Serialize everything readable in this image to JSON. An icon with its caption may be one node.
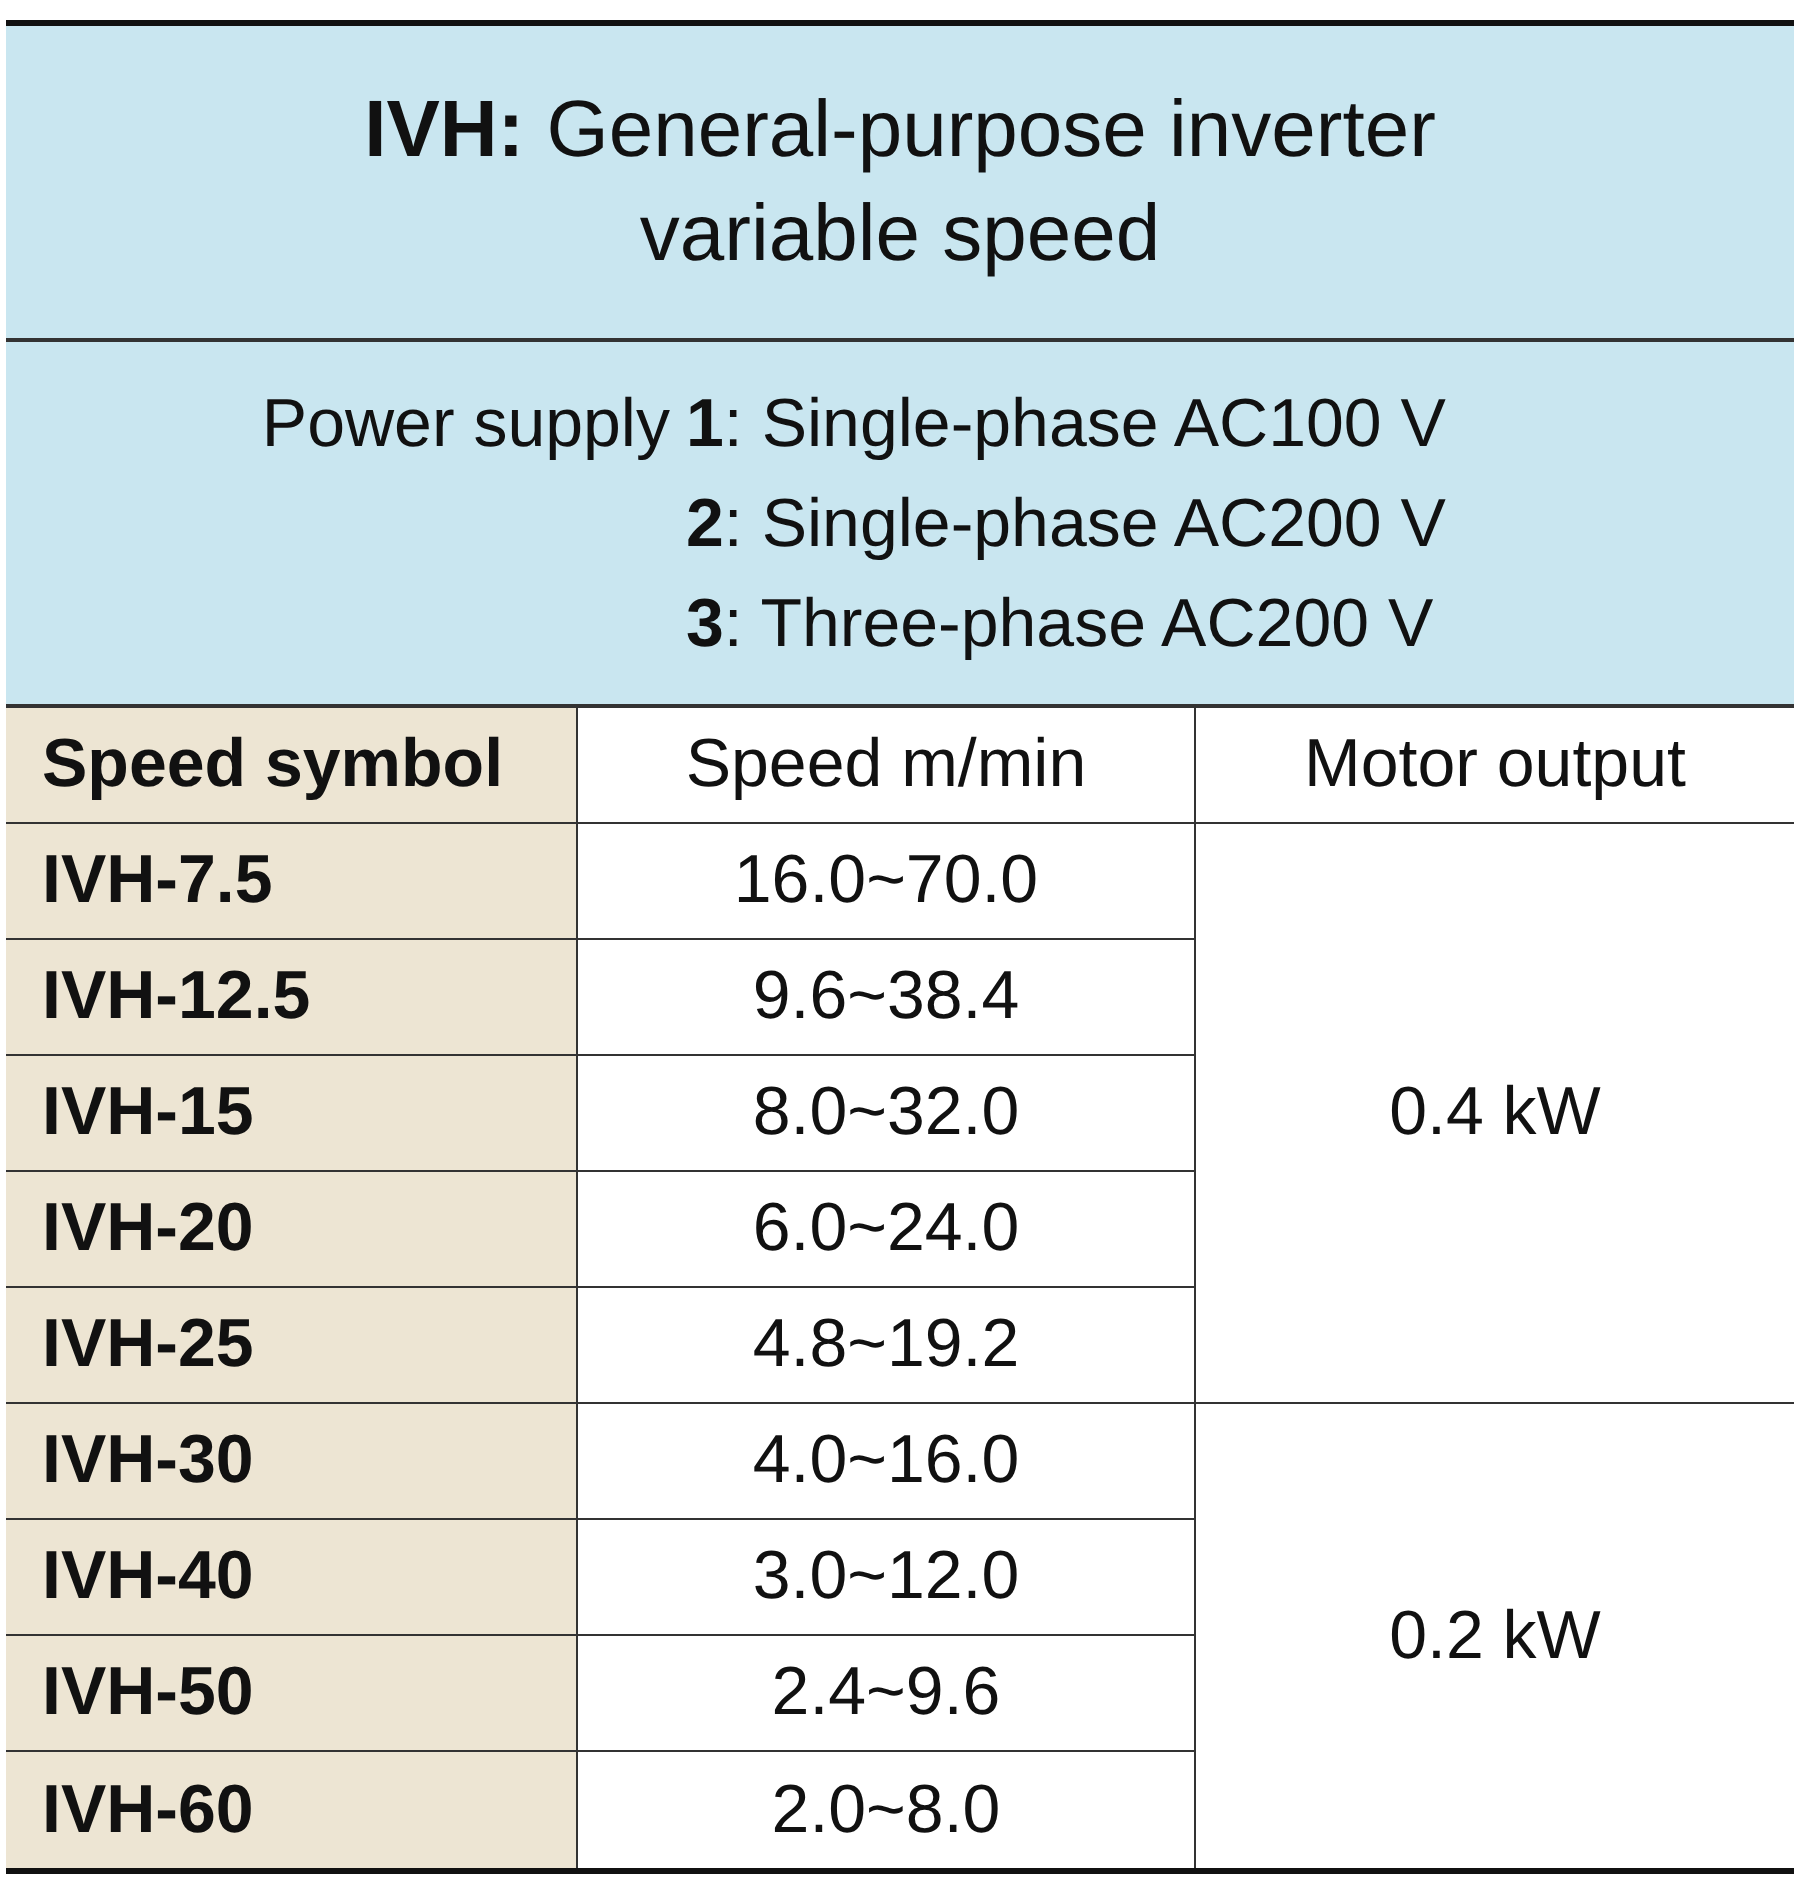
{
  "diagram": {
    "title": "**IVH:** General-purpose inverter variable speed",
    "labels": [
      "Power supply",
      "**1**: Single-phase AC100 V",
      "**2**: Single-phase AC200 V",
      "**3**: Three-phase AC200 V",
      "Speed symbol",
      "Speed m/min",
      "Motor output",
      "IVH-7.5",
      "16.0~70.0",
      "0.4 kW",
      "IVH-12.5",
      "9.6~38.4",
      "IVH-15",
      "8.0~32.0",
      "IVH-20",
      "6.0~24.0",
      "IVH-25",
      "4.8~19.2",
      "IVH-30",
      "4.0~16.0",
      "0.2 kW",
      "IVH-40",
      "3.0~12.0",
      "IVH-50",
      "2.4~9.6",
      "IVH-60",
      "2.0~8.0"
    ]
  }
}
